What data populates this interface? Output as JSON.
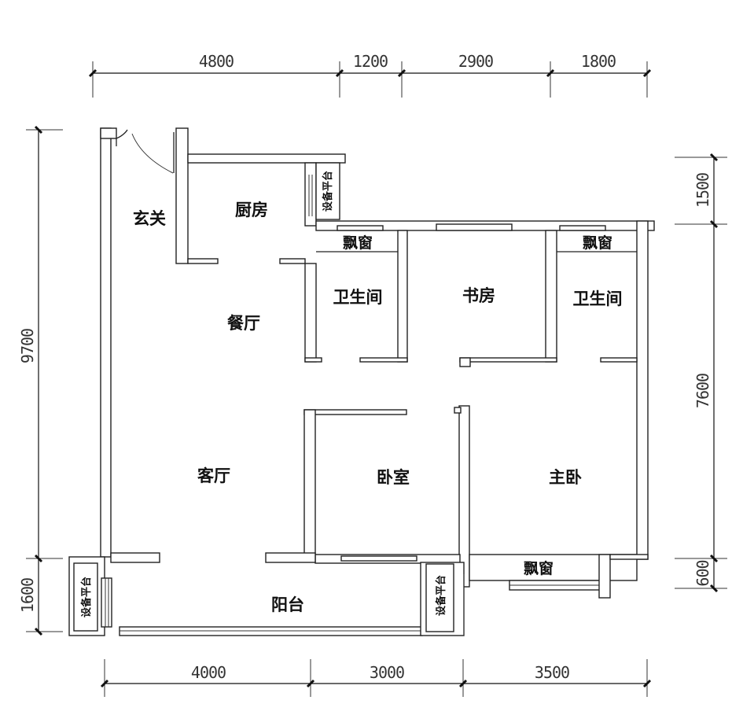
{
  "plan": {
    "rooms": {
      "entrance": "玄关",
      "kitchen": "厨房",
      "dining": "餐厅",
      "living": "客厅",
      "bathroom_left": "卫生间",
      "study": "书房",
      "bathroom_right": "卫生间",
      "bedroom": "卧室",
      "master_bedroom": "主卧",
      "balcony": "阳台"
    },
    "bay_windows": {
      "left": "飘窗",
      "right": "飘窗",
      "master": "飘窗"
    },
    "equipment_platforms": {
      "kitchen": "设备平台",
      "left_balcony": "设备平台",
      "right_balcony": "设备平台"
    }
  },
  "dimensions": {
    "top": [
      "4800",
      "1200",
      "2900",
      "1800"
    ],
    "bottom": [
      "4000",
      "3000",
      "3500"
    ],
    "left": [
      "9700",
      "1600"
    ],
    "right": [
      "1500",
      "7600",
      "600"
    ]
  },
  "colors": {
    "line": "#222222",
    "background": "#ffffff"
  }
}
